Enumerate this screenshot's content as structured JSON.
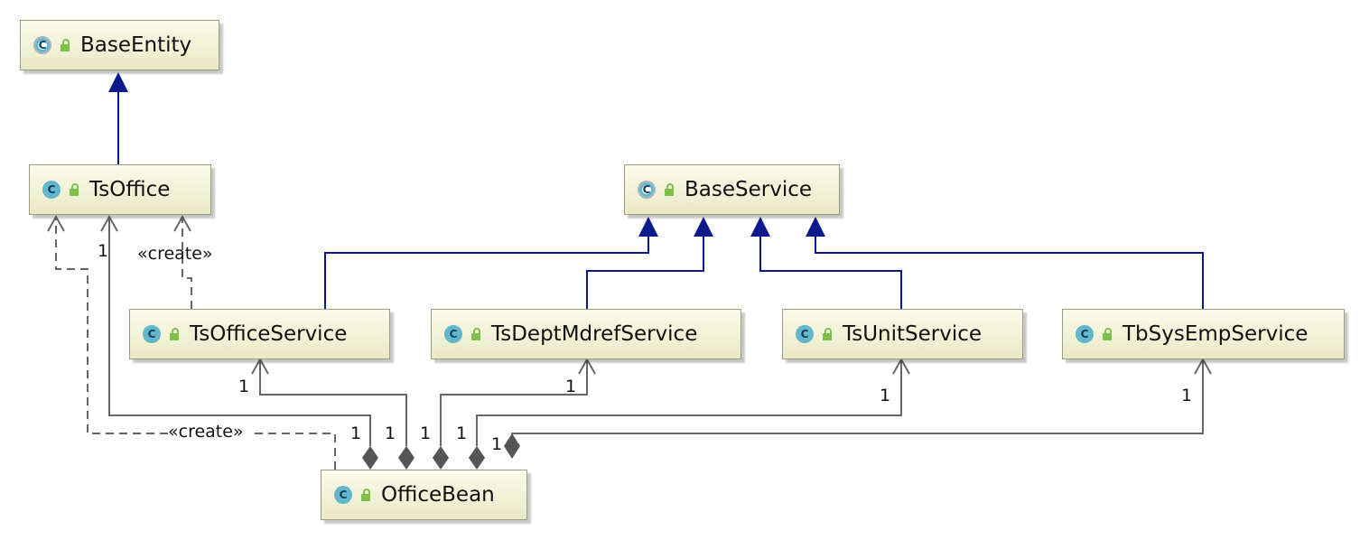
{
  "classes": {
    "base_entity": {
      "name": "BaseEntity",
      "icon": "abstract-class-icon"
    },
    "ts_office": {
      "name": "TsOffice",
      "icon": "class-icon"
    },
    "base_service": {
      "name": "BaseService",
      "icon": "abstract-class-icon"
    },
    "ts_office_service": {
      "name": "TsOfficeService",
      "icon": "class-icon"
    },
    "ts_dept_mdref_service": {
      "name": "TsDeptMdrefService",
      "icon": "class-icon"
    },
    "ts_unit_service": {
      "name": "TsUnitService",
      "icon": "class-icon"
    },
    "tb_sys_emp_service": {
      "name": "TbSysEmpService",
      "icon": "class-icon"
    },
    "office_bean": {
      "name": "OfficeBean",
      "icon": "class-icon"
    }
  },
  "icon_letter": "C",
  "labels": {
    "create_top": "«create»",
    "create_bottom": "«create»",
    "mult_tsoffice": "1",
    "mult_tsofficeservice": "1",
    "mult_tsdeptmdrefservice": "1",
    "mult_tsunitservice": "1",
    "mult_tbsysempservice": "1",
    "mult_bean_1": "1",
    "mult_bean_2": "1",
    "mult_bean_3": "1",
    "mult_bean_4": "1",
    "mult_bean_5": "1"
  },
  "colors": {
    "inheritance": "#0b1a8c",
    "association": "#666666",
    "node_border": "#9c9c80",
    "class_icon": "#63b7cc",
    "visibility_icon": "#7fbf4c"
  }
}
